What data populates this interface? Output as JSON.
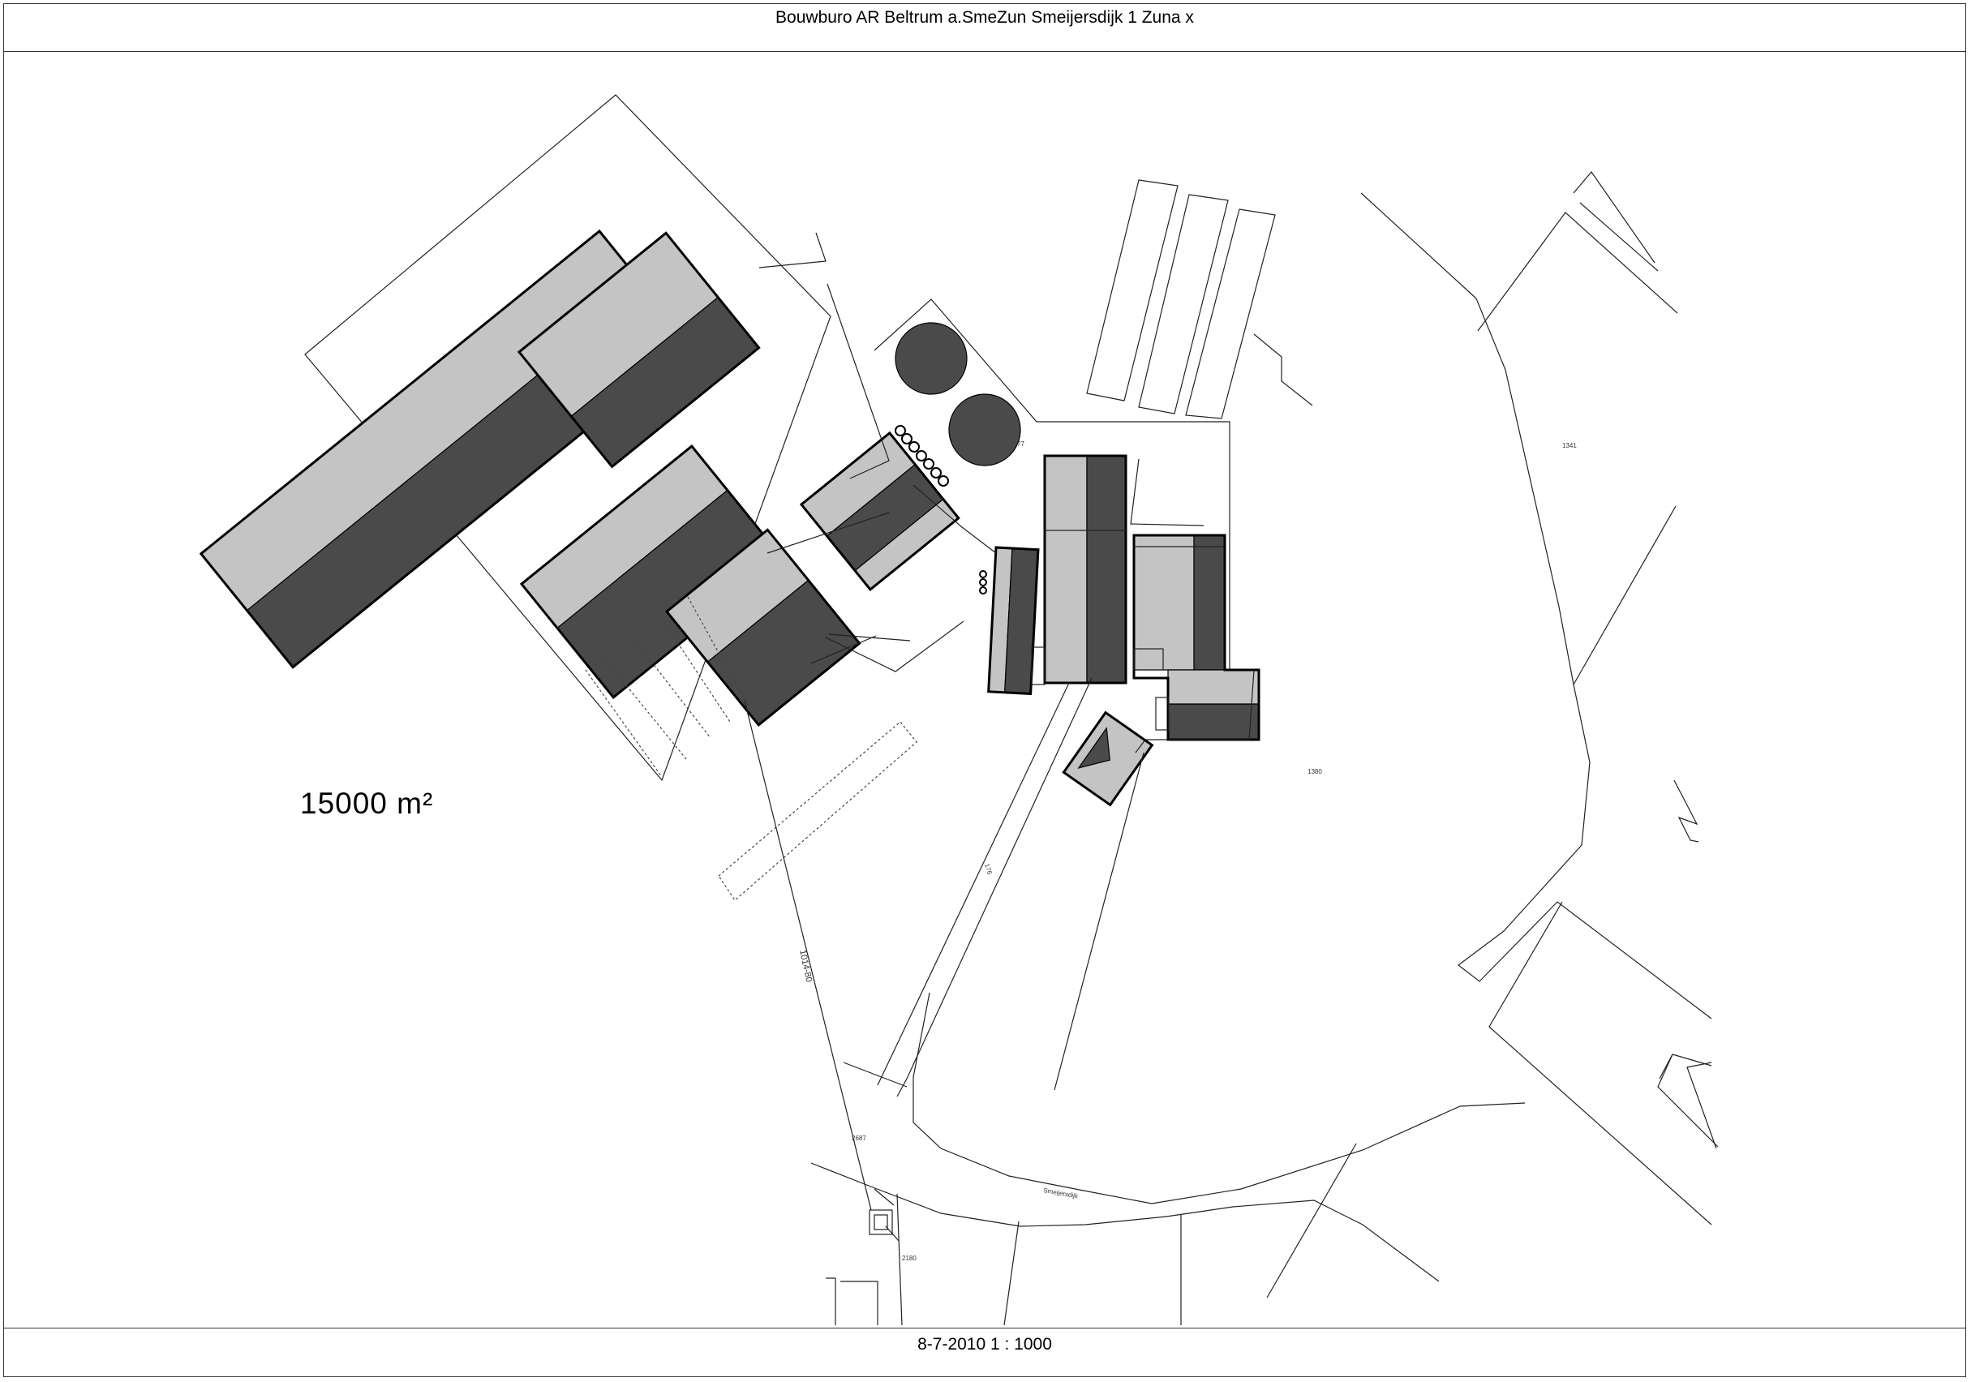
{
  "header": {
    "title": "Bouwburo AR Beltrum  a.SmeZun Smeijersdijk 1 Zuna x"
  },
  "footer": {
    "date_scale": "8-7-2010  1 : 1000"
  },
  "plan": {
    "area_label": "15000 m²",
    "road_label": "Smeijersdijk",
    "parcel_labels": {
      "p1341": "1341",
      "p1380": "1380",
      "p2687": "2687",
      "p2180": "2180",
      "p176": "176",
      "p1014": "1014-80",
      "p77": "77"
    }
  }
}
